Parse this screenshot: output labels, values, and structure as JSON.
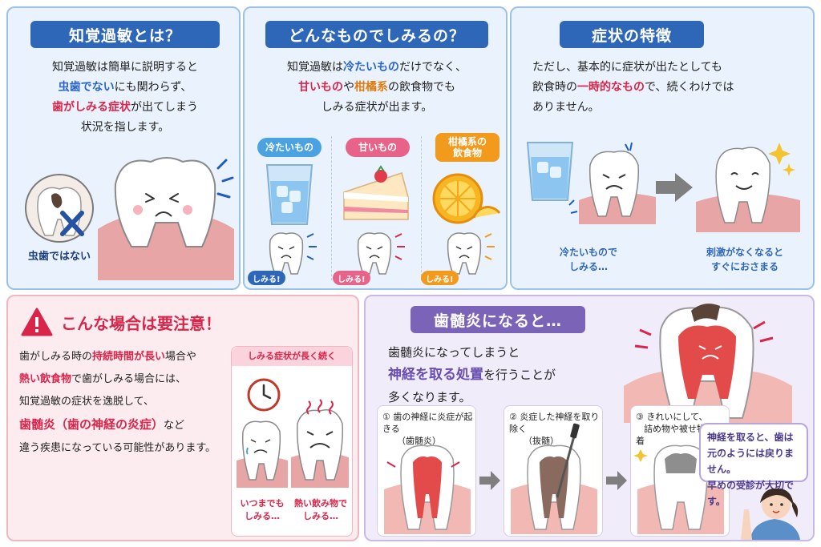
{
  "panels": {
    "what_is": {
      "title": "知覚過敏とは？",
      "line1": "知覚過敏は簡単に説明すると",
      "line2_hl": "虫歯でない",
      "line2_rest": "にも関わらず、",
      "line3_hl": "歯がしみる症状",
      "line3_rest": "が出てしまう",
      "line4": "状況を指します。",
      "caption": "虫歯ではない"
    },
    "what_causes": {
      "title": "どんなものでしみるの？",
      "l1_a": "知覚過敏は",
      "l1_hl": "冷たいもの",
      "l1_b": "だけでなく、",
      "l2_hl1": "甘いもの",
      "l2_a": "や",
      "l2_hl2": "柑橘系",
      "l2_b": "の飲食物でも",
      "l3": "しみる症状が出ます。",
      "items": [
        {
          "label": "冷たいもの",
          "tag": "しみる!",
          "color": "#4aa3e0"
        },
        {
          "label": "甘いもの",
          "tag": "しみる!",
          "color": "#e8638a"
        },
        {
          "label": "柑橘系の\n飲食物",
          "tag": "しみる!",
          "color": "#f29a1c"
        }
      ]
    },
    "features": {
      "title": "症状の特徴",
      "l1": "ただし、基本的に症状が出たとしても",
      "l2_a": "飲食時の",
      "l2_hl": "一時的なもの",
      "l2_b": "で、続くわけでは",
      "l3": "ありません。",
      "cap_left_1": "冷たいもので",
      "cap_left_2": "しみる…",
      "cap_right_1": "刺激がなくなると",
      "cap_right_2": "すぐにおさまる"
    },
    "caution": {
      "title": "こんな場合は要注意！",
      "l1_a": "歯がしみる時の",
      "l1_hl": "持続時間が長い",
      "l1_b": "場合や",
      "l2_hl": "熱い飲食物",
      "l2_b": "で歯がしみる場合には、",
      "l3": "知覚過敏の症状を逸脱して、",
      "l4_hl": "歯髄炎（歯の神経の炎症）",
      "l4_b": "など",
      "l5": "違う疾患になっている可能性があります。",
      "box_title": "しみる症状が長く続く",
      "cap_left_1": "いつまでも",
      "cap_left_2": "しみる…",
      "cap_right_1": "熱い飲み物で",
      "cap_right_2": "しみる…"
    },
    "pulpitis": {
      "title": "歯髄炎になると…",
      "l1": "歯髄炎になってしまうと",
      "l2_hl": "神経を取る処置",
      "l2_b": "を行うことが",
      "l3": "多くなります。",
      "steps": [
        {
          "num": "①",
          "text": "歯の神経に炎症が起きる",
          "sub": "（歯髄炎）"
        },
        {
          "num": "②",
          "text": "炎症した神経を取り除く",
          "sub": "（抜髄）"
        },
        {
          "num": "③",
          "text": "きれいにして、",
          "sub": "詰め物や被せ物を装着"
        }
      ],
      "bubble_1": "神経を取ると、歯は",
      "bubble_2": "元のようには戻りません。",
      "bubble_3": "早めの受診が大切です。"
    }
  },
  "colors": {
    "blue_ribbon": "#2f67b8",
    "purple_ribbon": "#7b64b7",
    "highlight_blue": "#2a66c9",
    "highlight_red": "#d9254a",
    "caution_red": "#d9254a"
  }
}
